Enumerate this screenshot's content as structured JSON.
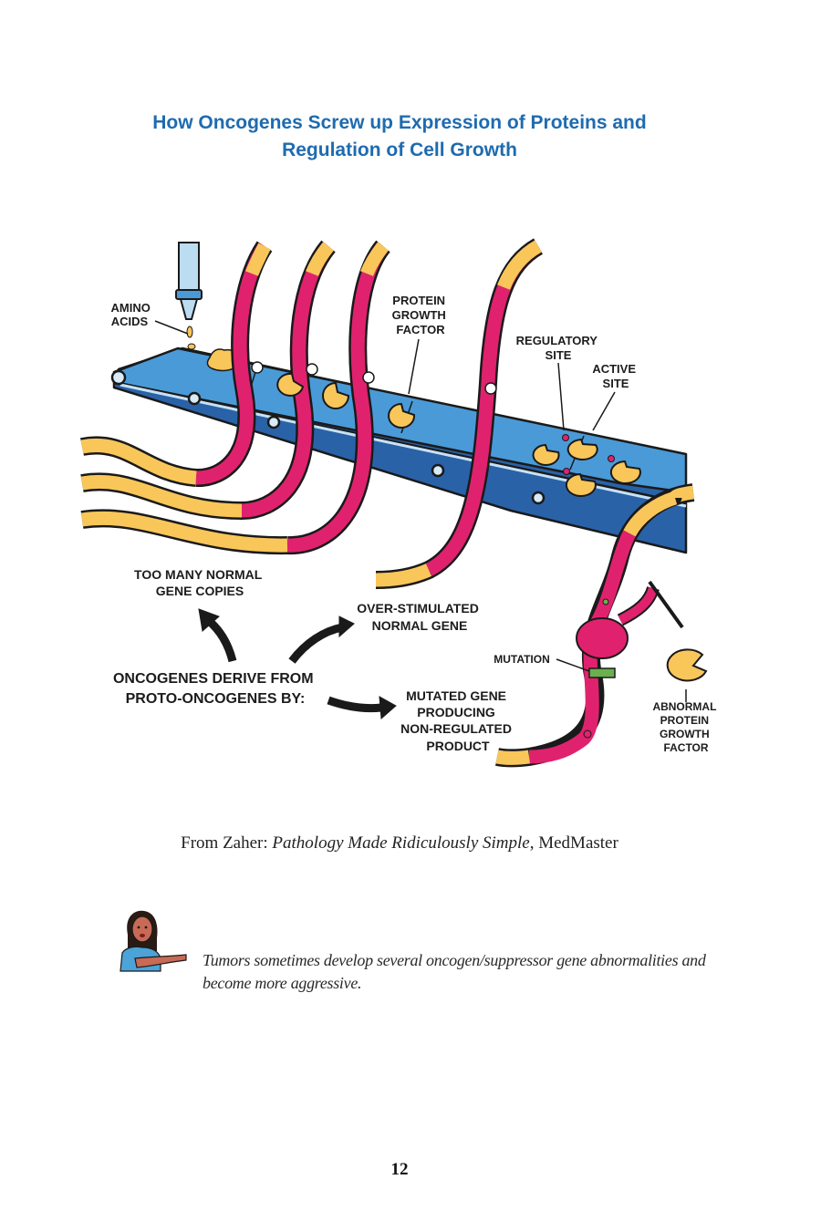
{
  "page": {
    "title_lines": [
      "How Oncogenes Screw up Expression of Proteins and",
      "Regulation of Cell Growth"
    ],
    "page_number": "12"
  },
  "figure": {
    "labels": {
      "amino_acids": [
        "AMINO",
        "ACIDS"
      ],
      "protein_growth_factor": [
        "PROTEIN",
        "GROWTH",
        "FACTOR"
      ],
      "regulatory_site": [
        "REGULATORY",
        "SITE"
      ],
      "active_site": [
        "ACTIVE",
        "SITE"
      ],
      "too_many_copies": [
        "TOO MANY NORMAL",
        "GENE COPIES"
      ],
      "over_stimulated": [
        "OVER-STIMULATED",
        "NORMAL GENE"
      ],
      "oncogenes_derive": [
        "ONCOGENES DERIVE FROM",
        "PROTO-ONCOGENES BY:"
      ],
      "mutated_gene": [
        "MUTATED GENE",
        "PRODUCING",
        "NON-REGULATED",
        "PRODUCT"
      ],
      "mutation": "MUTATION",
      "abnormal_factor": [
        "ABNORMAL",
        "PROTEIN",
        "GROWTH",
        "FACTOR"
      ]
    },
    "colors": {
      "gene_pink": "#e0226e",
      "gene_yellow": "#f9c65a",
      "belt_blue": "#4a9ad8",
      "belt_dark": "#2a62a8",
      "outline": "#1a1a1a",
      "mutation_band": "#6ab04c"
    }
  },
  "caption": {
    "prefix": "From Zaher: ",
    "book_title": "Pathology Made Ridiculously Simple",
    "suffix": ", MedMaster"
  },
  "note": {
    "icon": "pointing-narrator-icon",
    "text": "Tumors sometimes develop several oncogen/suppressor gene abnormalities and become more aggressive."
  }
}
